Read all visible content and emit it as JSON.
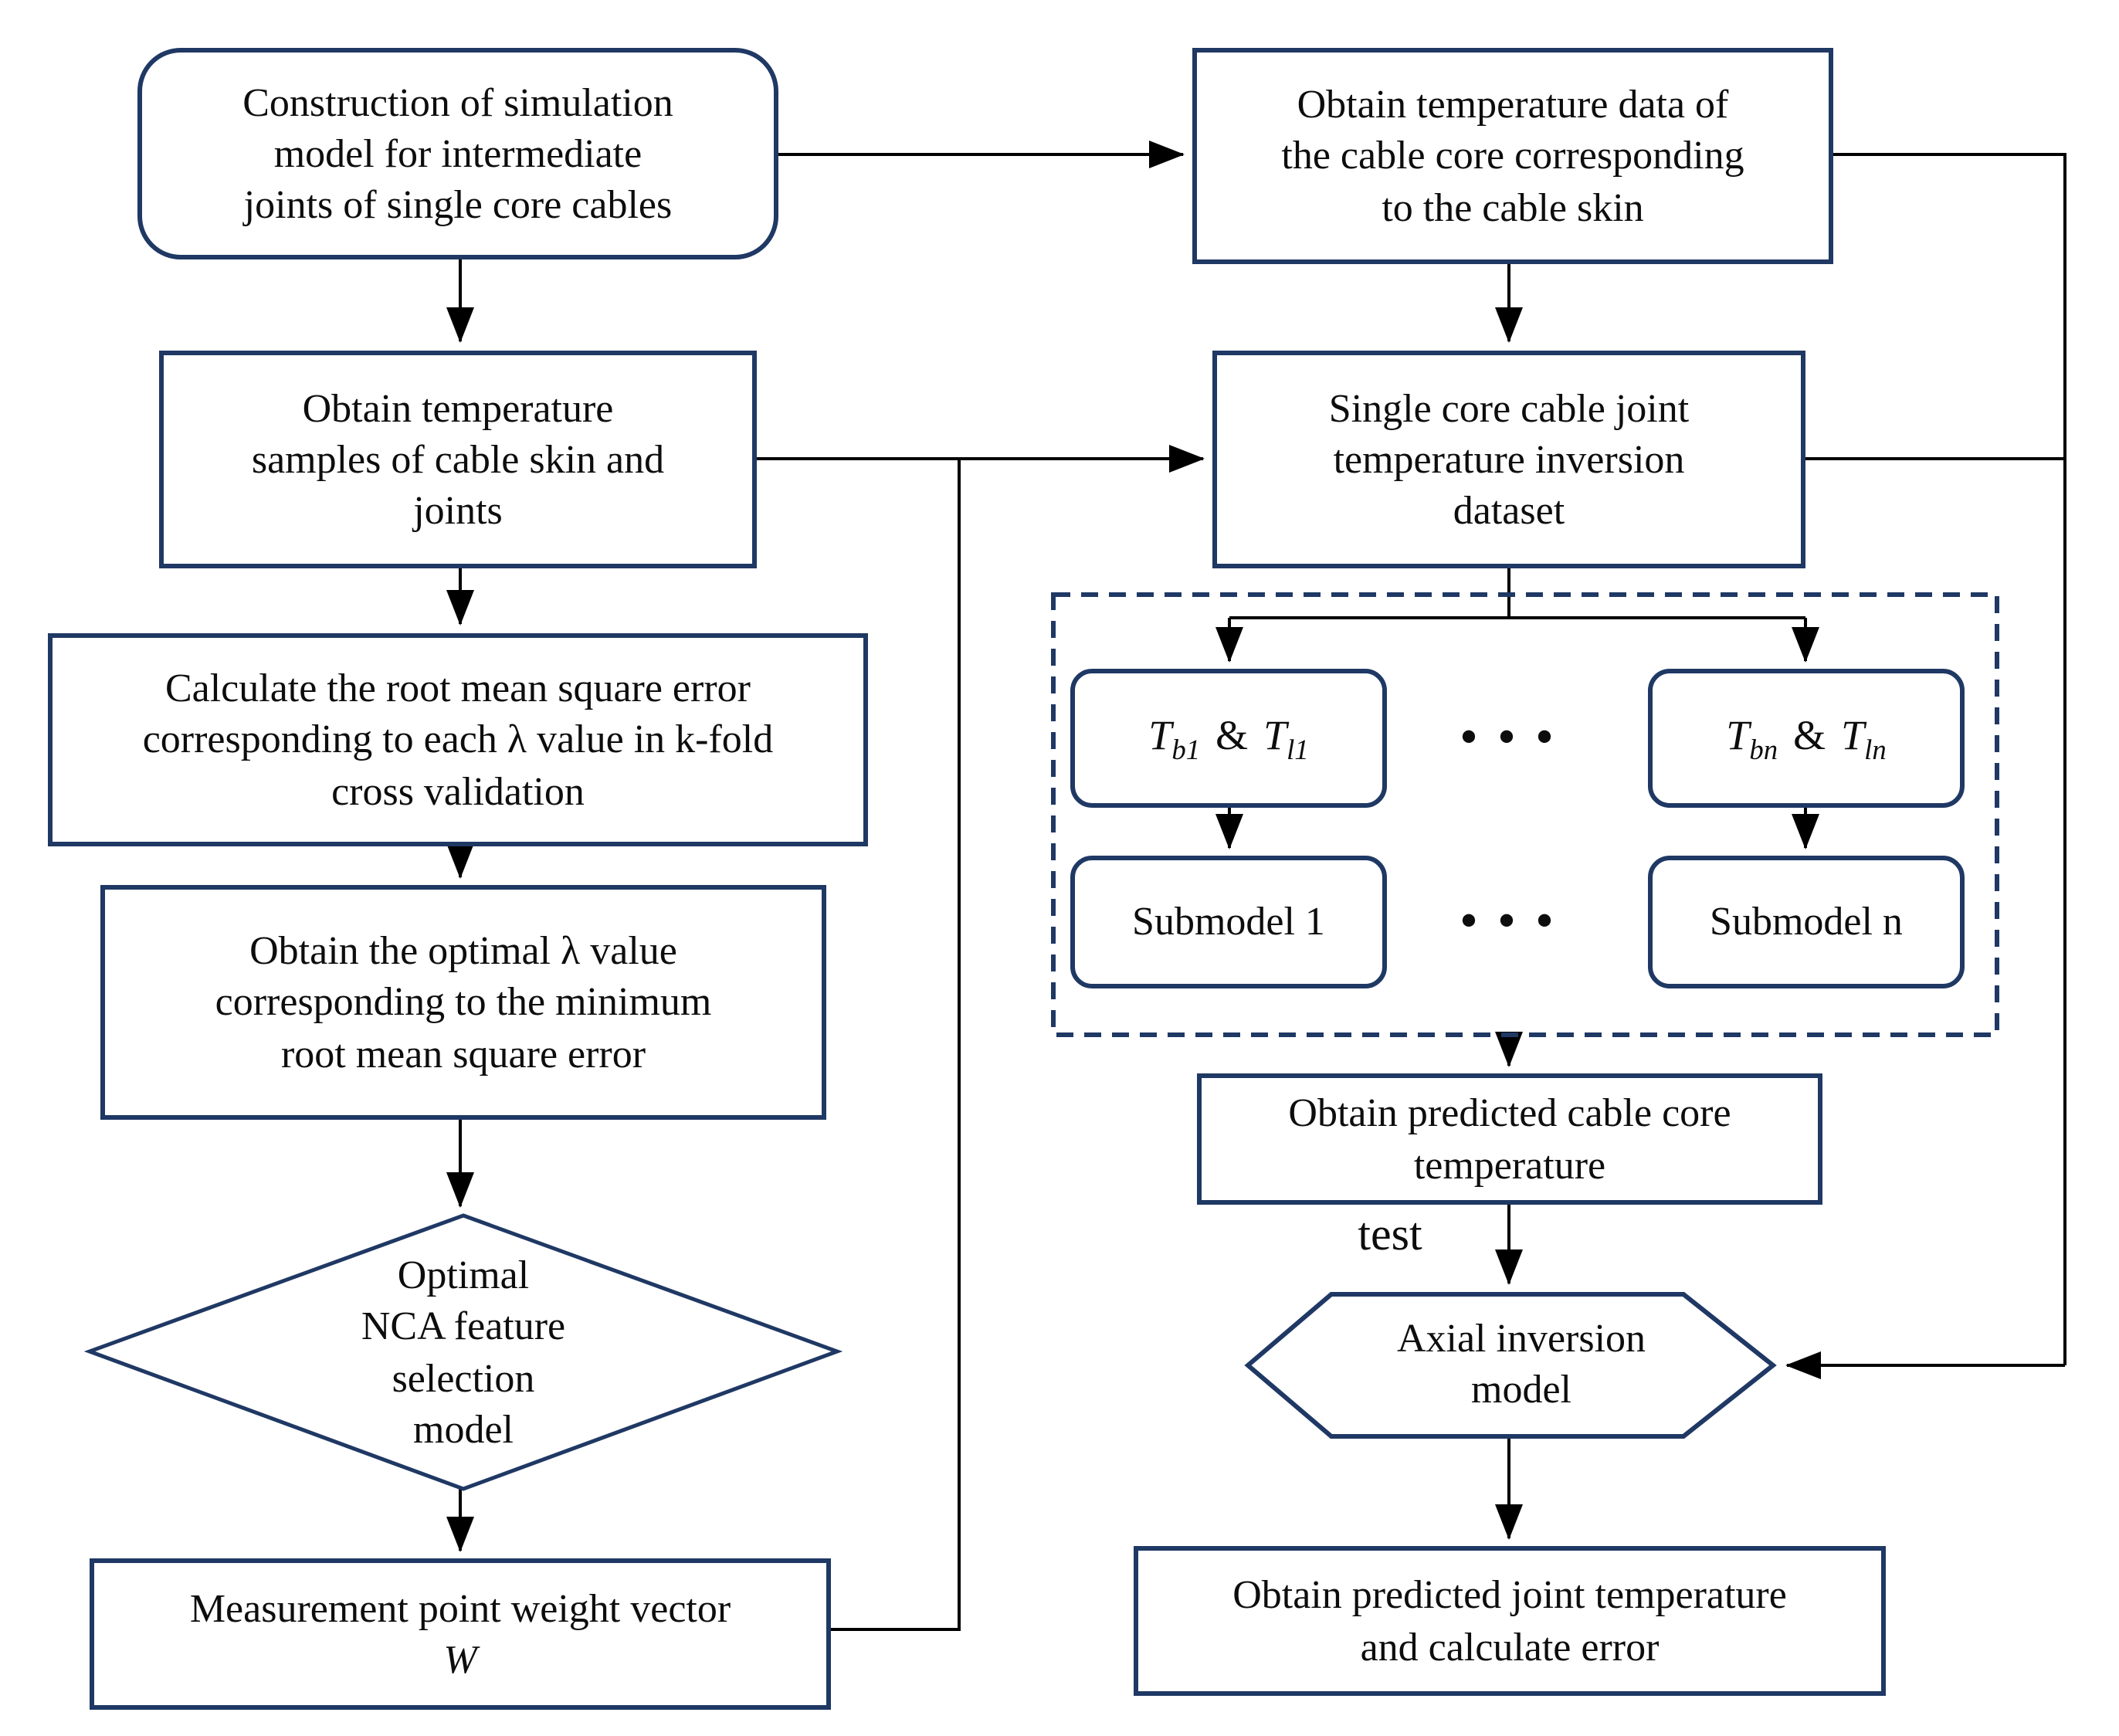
{
  "diagram": {
    "left": {
      "construction": "Construction of simulation\nmodel for intermediate\njoints of single core cables",
      "samples": "Obtain temperature\nsamples of cable skin and\njoints",
      "rmse": "Calculate the root mean square error\ncorresponding to each λ value in k-fold\ncross validation",
      "optimal_lambda": "Obtain the optimal λ value\ncorresponding to the minimum\nroot mean square error",
      "nca_diamond": "Optimal\nNCA feature\nselection\nmodel",
      "weight_vector": {
        "line1": "Measurement point weight vector",
        "line2": "W"
      }
    },
    "right": {
      "core_data": "Obtain temperature data of\nthe cable core corresponding\nto the cable skin",
      "dataset": "Single core cable joint\ntemperature inversion\ndataset",
      "tb1": {
        "left_base": "T",
        "left_sub": "b1",
        "sep": "&",
        "right_base": "T",
        "right_sub": "l1"
      },
      "tbn": {
        "left_base": "T",
        "left_sub": "bn",
        "sep": "&",
        "right_base": "T",
        "right_sub": "ln"
      },
      "dots_top": "•••",
      "dots_bottom": "•••",
      "submodel_1": "Submodel 1",
      "submodel_n": "Submodel n",
      "predicted_core": "Obtain predicted cable core\ntemperature",
      "test_label": "test",
      "axial_model": "Axial inversion\nmodel",
      "predicted_joint": "Obtain predicted joint temperature\nand calculate error"
    },
    "colors": {
      "border": "#1f3864",
      "line": "#000000",
      "text": "#0d0d0d",
      "background": "#ffffff"
    }
  }
}
